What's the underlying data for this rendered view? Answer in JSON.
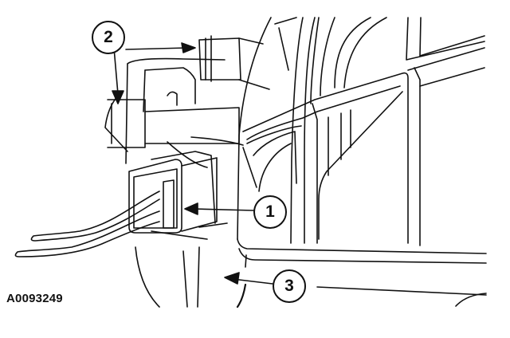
{
  "figure": {
    "id_label": "A0093249",
    "colors": {
      "line": "#111111",
      "background": "#ffffff"
    }
  },
  "callouts": [
    {
      "number": "1",
      "target": "electrical-connector"
    },
    {
      "number": "2",
      "target": "mounting-bolts"
    },
    {
      "number": "3",
      "target": "housing"
    }
  ]
}
